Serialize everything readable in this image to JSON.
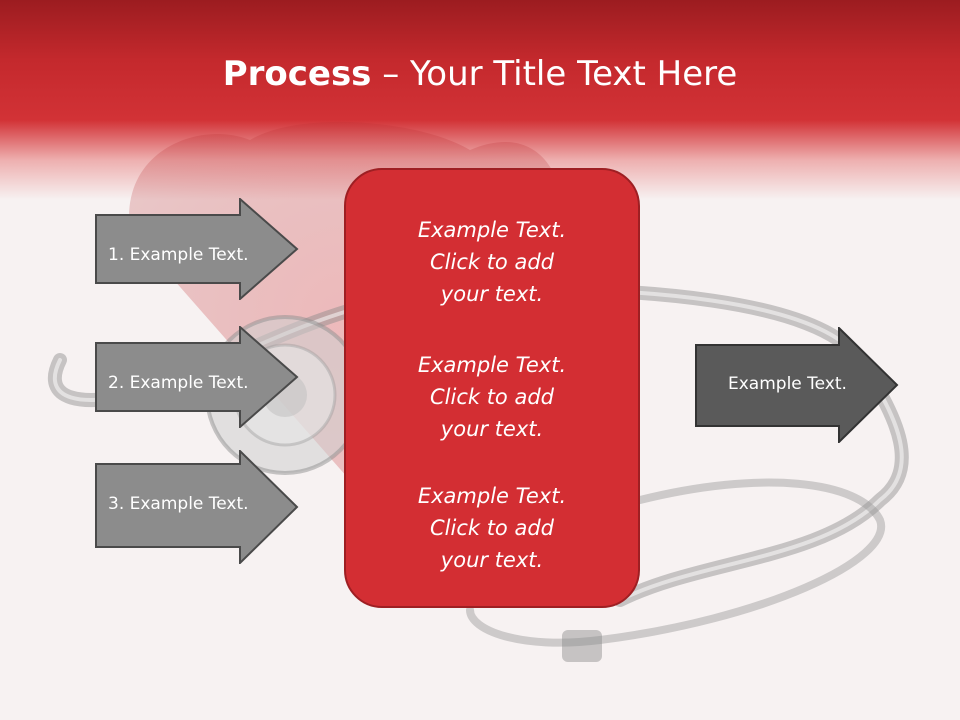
{
  "slide": {
    "title_bold": "Process",
    "title_rest": " – Your Title Text Here"
  },
  "left_arrows": [
    {
      "label": "1. Example Text."
    },
    {
      "label": "2. Example Text."
    },
    {
      "label": "3. Example Text."
    }
  ],
  "center_box": {
    "paragraphs": [
      "Example Text.\nClick  to add\nyour text.",
      "Example Text.\nClick  to add\nyour text.",
      "Example Text.\nClick  to add\nyour text."
    ]
  },
  "right_arrow": {
    "label": "Example Text."
  },
  "colors": {
    "header_red": "#c4292d",
    "box_red": "#d32e33",
    "arrow_gray": "#8c8c8c",
    "arrow_dark": "#5a5a5a"
  }
}
